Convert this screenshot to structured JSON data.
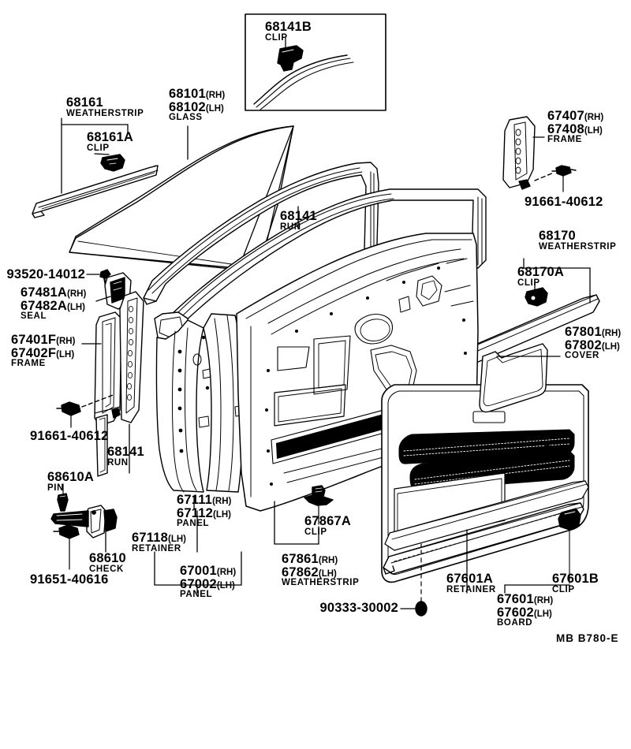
{
  "diagram": {
    "code": "MB  B780-E",
    "inset": {
      "part_no": "68141B",
      "desc": "CLIP"
    },
    "labels": [
      {
        "id": "l-68161",
        "part_no": "68161",
        "suffix": "",
        "desc": "WEATHERSTRIP"
      },
      {
        "id": "l-68161a",
        "part_no": "68161A",
        "suffix": "",
        "desc": "CLIP"
      },
      {
        "id": "l-68101",
        "part_no": "68101",
        "suffix": "(RH)",
        "desc": ""
      },
      {
        "id": "l-68102",
        "part_no": "68102",
        "suffix": "(LH)",
        "desc": "GLASS"
      },
      {
        "id": "l-68141-a",
        "part_no": "68141",
        "suffix": "",
        "desc": "RUN"
      },
      {
        "id": "l-67407",
        "part_no": "67407",
        "suffix": "(RH)",
        "desc": ""
      },
      {
        "id": "l-67408",
        "part_no": "67408",
        "suffix": "(LH)",
        "desc": "FRAME"
      },
      {
        "id": "l-91661-a",
        "part_no": "91661-40612",
        "suffix": "",
        "desc": ""
      },
      {
        "id": "l-68170",
        "part_no": "68170",
        "suffix": "",
        "desc": "WEATHERSTRIP"
      },
      {
        "id": "l-68170a",
        "part_no": "68170A",
        "suffix": "",
        "desc": "CLIP"
      },
      {
        "id": "l-67801",
        "part_no": "67801",
        "suffix": "(RH)",
        "desc": ""
      },
      {
        "id": "l-67802",
        "part_no": "67802",
        "suffix": "(LH)",
        "desc": "COVER"
      },
      {
        "id": "l-93520",
        "part_no": "93520-14012",
        "suffix": "",
        "desc": ""
      },
      {
        "id": "l-67481a",
        "part_no": "67481A",
        "suffix": "(RH)",
        "desc": ""
      },
      {
        "id": "l-67482a",
        "part_no": "67482A",
        "suffix": "(LH)",
        "desc": "SEAL"
      },
      {
        "id": "l-67401f",
        "part_no": "67401F",
        "suffix": "(RH)",
        "desc": ""
      },
      {
        "id": "l-67402f",
        "part_no": "67402F",
        "suffix": "(LH)",
        "desc": "FRAME"
      },
      {
        "id": "l-91661-b",
        "part_no": "91661-40612",
        "suffix": "",
        "desc": ""
      },
      {
        "id": "l-68141-b",
        "part_no": "68141",
        "suffix": "",
        "desc": "RUN"
      },
      {
        "id": "l-68610a",
        "part_no": "68610A",
        "suffix": "",
        "desc": "PIN"
      },
      {
        "id": "l-68610",
        "part_no": "68610",
        "suffix": "",
        "desc": "CHECK"
      },
      {
        "id": "l-91651",
        "part_no": "91651-40616",
        "suffix": "",
        "desc": ""
      },
      {
        "id": "l-67111",
        "part_no": "67111",
        "suffix": "(RH)",
        "desc": ""
      },
      {
        "id": "l-67112",
        "part_no": "67112",
        "suffix": "(LH)",
        "desc": "PANEL"
      },
      {
        "id": "l-67118",
        "part_no": "67118",
        "suffix": "(LH)",
        "desc": "RETAINER"
      },
      {
        "id": "l-67001",
        "part_no": "67001",
        "suffix": "(RH)",
        "desc": ""
      },
      {
        "id": "l-67002",
        "part_no": "67002",
        "suffix": "(LH)",
        "desc": "PANEL"
      },
      {
        "id": "l-67867a",
        "part_no": "67867A",
        "suffix": "",
        "desc": "CLIP"
      },
      {
        "id": "l-67861",
        "part_no": "67861",
        "suffix": "(RH)",
        "desc": ""
      },
      {
        "id": "l-67862",
        "part_no": "67862",
        "suffix": "(LH)",
        "desc": "WEATHERSTRIP"
      },
      {
        "id": "l-90333",
        "part_no": "90333-30002",
        "suffix": "",
        "desc": ""
      },
      {
        "id": "l-67601a",
        "part_no": "67601A",
        "suffix": "",
        "desc": "RETAINER"
      },
      {
        "id": "l-67601",
        "part_no": "67601",
        "suffix": "(RH)",
        "desc": ""
      },
      {
        "id": "l-67602",
        "part_no": "67602",
        "suffix": "(LH)",
        "desc": "BOARD"
      },
      {
        "id": "l-67601b",
        "part_no": "67601B",
        "suffix": "",
        "desc": "CLIP"
      }
    ]
  },
  "colors": {
    "line": "#000000",
    "background": "#ffffff"
  }
}
